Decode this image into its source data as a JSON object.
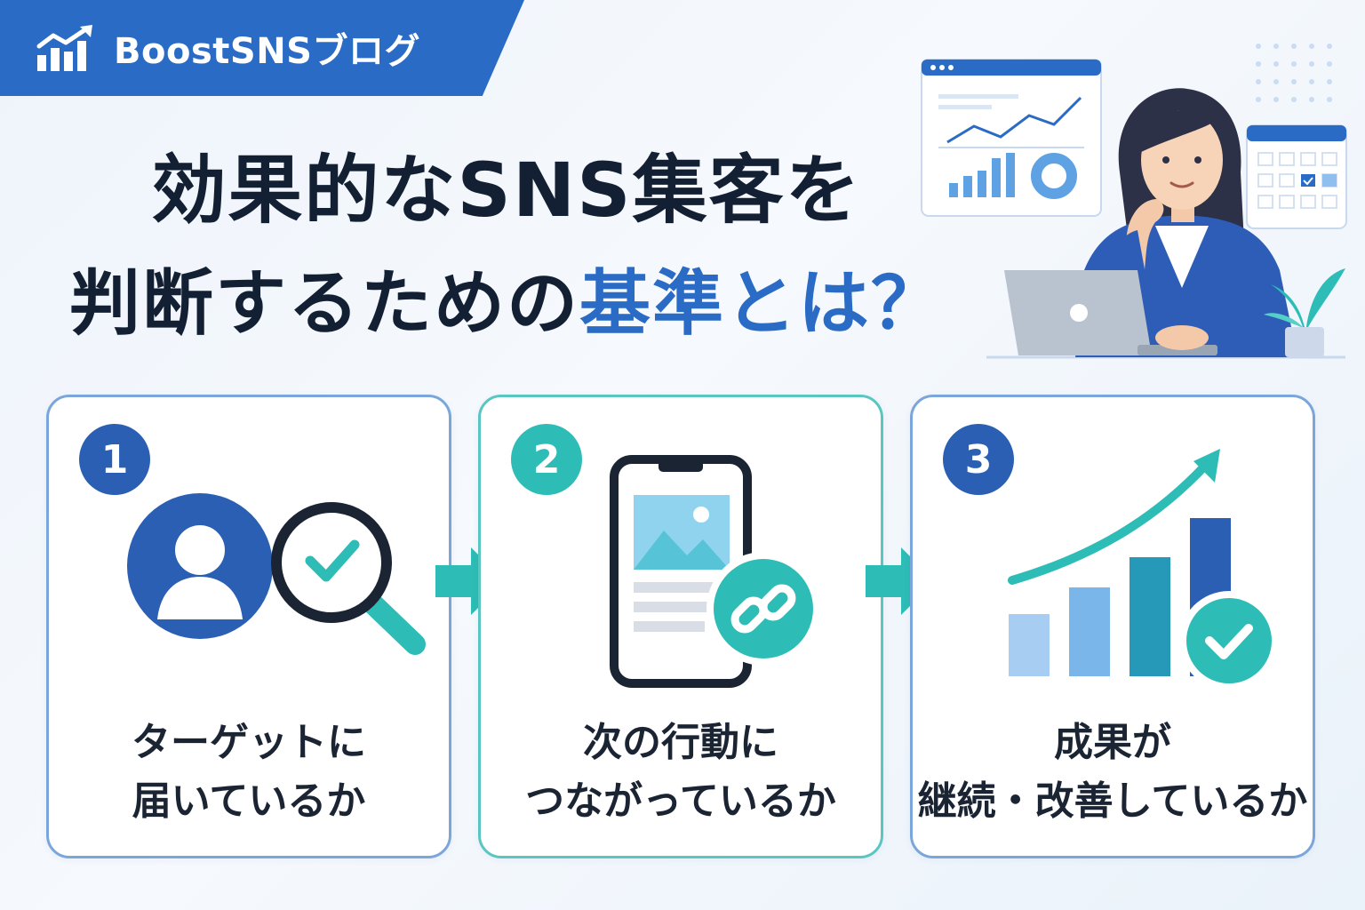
{
  "brand": {
    "name": "BoostSNSブログ",
    "icon": "growth-chart-icon"
  },
  "headline": {
    "line1": "効果的なSNS集客を",
    "line2_main": "判断するための",
    "line2_accent": "基準とは？"
  },
  "cards": [
    {
      "number": "1",
      "line1": "ターゲットに",
      "line2": "届いているか",
      "icon": "user-search-check-icon"
    },
    {
      "number": "2",
      "line1": "次の行動に",
      "line2": "つながっているか",
      "icon": "smartphone-link-icon"
    },
    {
      "number": "3",
      "line1": "成果が",
      "line2": "継続・改善しているか",
      "icon": "bar-chart-growth-check-icon"
    }
  ],
  "colors": {
    "brand_blue": "#2a6bc6",
    "dark_navy": "#132033",
    "teal": "#2dbcb6",
    "badge_blue": "#2a5fb4"
  }
}
